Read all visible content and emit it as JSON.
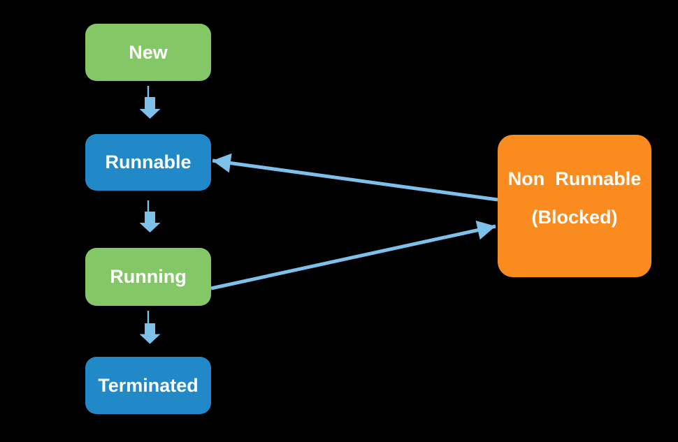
{
  "diagram": {
    "kind": "state-diagram",
    "background": "#000000"
  },
  "colors": {
    "green": "#84C767",
    "blue": "#2189C7",
    "orange": "#FA8B1F",
    "arrow": "#7DC0E9",
    "text": "#FFFFFF"
  },
  "nodes": [
    {
      "id": "new",
      "label": "New",
      "color_key": "green"
    },
    {
      "id": "runnable",
      "label": "Runnable",
      "color_key": "blue"
    },
    {
      "id": "running",
      "label": "Running",
      "color_key": "green"
    },
    {
      "id": "terminated",
      "label": "Terminated",
      "color_key": "blue"
    },
    {
      "id": "non-runnable",
      "label_line1": "Non  Runnable",
      "label_line2": "(Blocked)",
      "color_key": "orange"
    }
  ],
  "edges": [
    {
      "from": "New",
      "to": "Runnable",
      "style": "block-arrow-down"
    },
    {
      "from": "Runnable",
      "to": "Running",
      "style": "block-arrow-down"
    },
    {
      "from": "Running",
      "to": "Terminated",
      "style": "block-arrow-down"
    },
    {
      "from": "Non Runnable (Blocked)",
      "to": "Runnable",
      "style": "line-arrow"
    },
    {
      "from": "Running",
      "to": "Non Runnable (Blocked)",
      "style": "line-arrow"
    }
  ]
}
